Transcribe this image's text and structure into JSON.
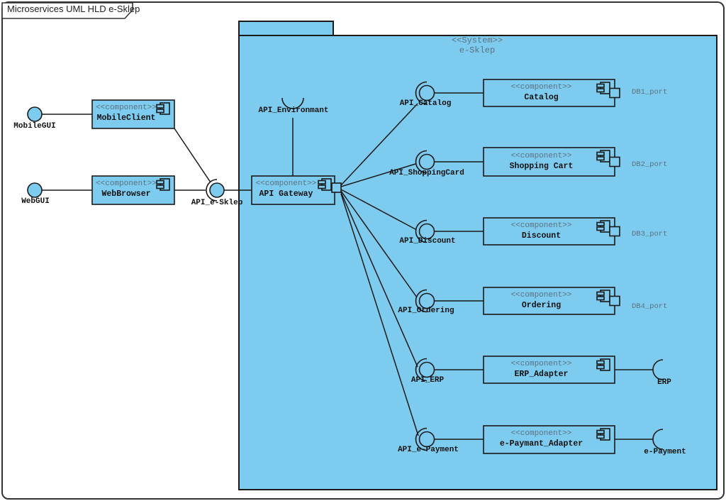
{
  "title": "Microservices UML HLD e-Sklep",
  "system": {
    "stereotype": "<<System>>",
    "name": "e-Sklep"
  },
  "actors": {
    "mobile_gui": "MobileGUI",
    "web_gui": "WebGUI"
  },
  "components": {
    "mobile_client": {
      "stereotype": "<<component>>",
      "name": "MobileClient"
    },
    "web_browser": {
      "stereotype": "<<component>>",
      "name": "WebBrowser"
    },
    "api_gateway": {
      "stereotype": "<<component>>",
      "name": "API Gateway"
    },
    "catalog": {
      "stereotype": "<<component>>",
      "name": "Catalog",
      "port": "DB1_port"
    },
    "shopping_cart": {
      "stereotype": "<<component>>",
      "name": "Shopping Cart",
      "port": "DB2_port"
    },
    "discount": {
      "stereotype": "<<component>>",
      "name": "Discount",
      "port": "DB3_port"
    },
    "ordering": {
      "stereotype": "<<component>>",
      "name": "Ordering",
      "port": "DB4_port"
    },
    "erp_adapter": {
      "stereotype": "<<component>>",
      "name": "ERP_Adapter"
    },
    "e_paymant_adapter": {
      "stereotype": "<<component>>",
      "name": "e-Paymant_Adapter"
    }
  },
  "interfaces": {
    "api_e_sklep": "API_e-Sklep",
    "api_environmant": "API_Environmant",
    "api_catalog": "API_Catalog",
    "api_shoppingcard": "API_ShoppingCard",
    "api_discount": "API_Discount",
    "api_ordering": "API_Ordering",
    "api_erp": "API_ERP",
    "api_e_payment": "API_e-Payment",
    "erp": "ERP",
    "e_payment": "e-Payment"
  },
  "colors": {
    "fill": "#7dcbee",
    "stroke": "#1a1a1a",
    "muted": "#5b7280",
    "frame": "#333333"
  }
}
